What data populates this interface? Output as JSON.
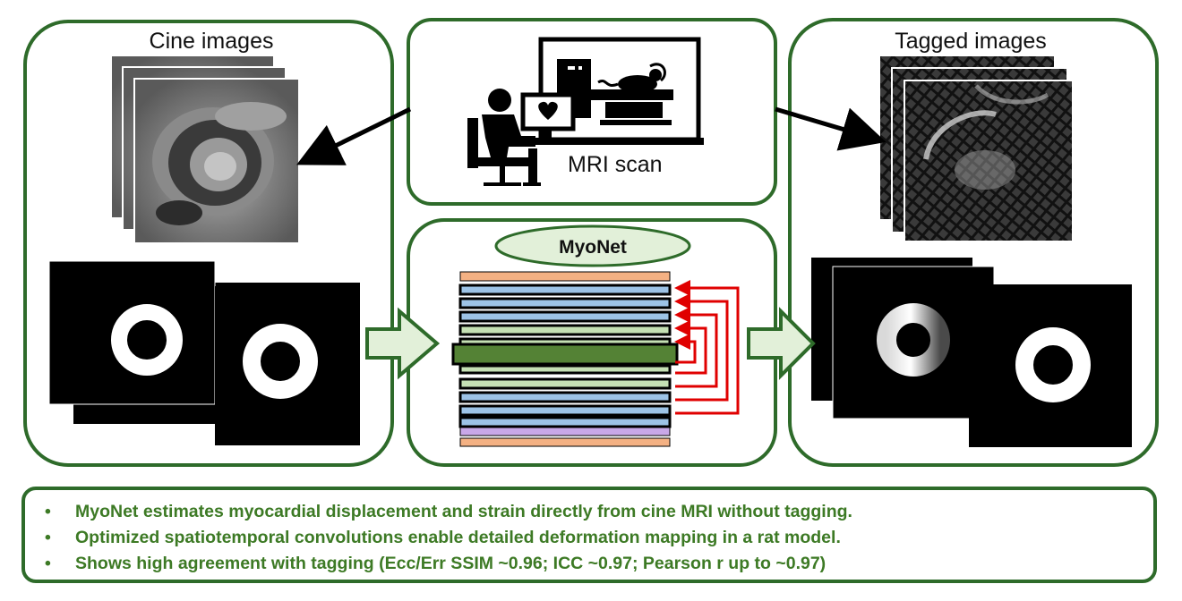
{
  "panels": {
    "cine": {
      "title": "Cine images"
    },
    "mri": {
      "label": "MRI scan"
    },
    "myonet": {
      "label": "MyoNet"
    },
    "tagged": {
      "title": "Tagged images"
    }
  },
  "bullets": [
    "MyoNet estimates myocardial displacement and strain directly from cine MRI without tagging.",
    "Optimized spatiotemporal convolutions enable detailed deformation mapping in a rat model.",
    "Shows high agreement with tagging (Ecc/Err SSIM ~0.96; ICC ~0.97; Pearson r up to ~0.97)"
  ],
  "bullet_symbol": "•",
  "colors": {
    "panel_border": "#2e6b2a",
    "bullet_text": "#3d7a25",
    "arrow_fill": "#e2f0d9",
    "layer_orange": "#f4b183",
    "layer_blue": "#9dc3e6",
    "layer_green_light": "#c5e0b4",
    "layer_green_dark": "#548235",
    "layer_purple": "#c9a8e8",
    "skip_red": "#e00000"
  },
  "icons": [
    "person-at-computer-icon",
    "mri-scanner-icon",
    "rat-icon",
    "heart-icon"
  ]
}
